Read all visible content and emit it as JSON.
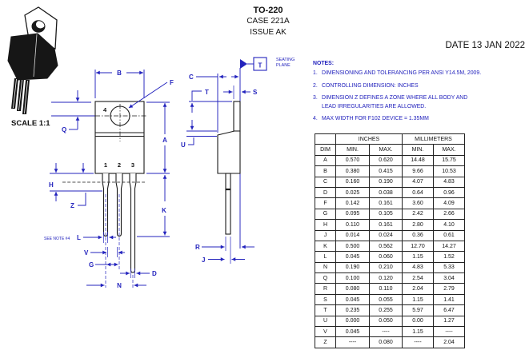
{
  "header": {
    "title": "TO-220",
    "case": "CASE 221A",
    "issue": "ISSUE AK",
    "date": "DATE 13 JAN 2022"
  },
  "notes": {
    "title": "NOTES:",
    "items": [
      {
        "num": "1.",
        "text": "DIMENSIONING AND TOLERANCING PER ANSI Y14.5M, 2009."
      },
      {
        "num": "2.",
        "text": "CONTROLLING DIMENSION: INCHES"
      },
      {
        "num": "3.",
        "text": "DIMENSION Z DEFINES A ZONE WHERE ALL BODY AND\nLEAD IRREGULARITIES ARE ALLOWED."
      },
      {
        "num": "4.",
        "text": "MAX WIDTH FOR F102 DEVICE = 1.35MM"
      }
    ]
  },
  "table": {
    "col_dim": "DIM",
    "group_headers": [
      "INCHES",
      "MILLIMETERS"
    ],
    "sub_headers": [
      "MIN.",
      "MAX.",
      "MIN.",
      "MAX."
    ],
    "rows": [
      [
        "A",
        "0.570",
        "0.620",
        "14.48",
        "15.75"
      ],
      [
        "B",
        "0.380",
        "0.415",
        "9.66",
        "10.53"
      ],
      [
        "C",
        "0.160",
        "0.190",
        "4.07",
        "4.83"
      ],
      [
        "D",
        "0.025",
        "0.038",
        "0.64",
        "0.96"
      ],
      [
        "F",
        "0.142",
        "0.161",
        "3.60",
        "4.09"
      ],
      [
        "G",
        "0.095",
        "0.105",
        "2.42",
        "2.66"
      ],
      [
        "H",
        "0.110",
        "0.161",
        "2.80",
        "4.10"
      ],
      [
        "J",
        "0.014",
        "0.024",
        "0.36",
        "0.61"
      ],
      [
        "K",
        "0.500",
        "0.562",
        "12.70",
        "14.27"
      ],
      [
        "L",
        "0.045",
        "0.060",
        "1.15",
        "1.52"
      ],
      [
        "N",
        "0.190",
        "0.210",
        "4.83",
        "5.33"
      ],
      [
        "Q",
        "0.100",
        "0.120",
        "2.54",
        "3.04"
      ],
      [
        "R",
        "0.080",
        "0.110",
        "2.04",
        "2.79"
      ],
      [
        "S",
        "0.045",
        "0.055",
        "1.15",
        "1.41"
      ],
      [
        "T",
        "0.235",
        "0.255",
        "5.97",
        "6.47"
      ],
      [
        "U",
        "0.000",
        "0.050",
        "0.00",
        "1.27"
      ],
      [
        "V",
        "0.045",
        "----",
        "1.15",
        "----"
      ],
      [
        "Z",
        "----",
        "0.080",
        "----",
        "2.04"
      ]
    ]
  },
  "drawing": {
    "scale_label": "SCALE 1:1",
    "see_note": "SEE NOTE #4",
    "note_ref": "4",
    "pins": [
      "1",
      "2",
      "3"
    ],
    "datum": "T",
    "seating_plane_1": "SEATING",
    "seating_plane_2": "PLANE",
    "dims": {
      "A": "A",
      "B": "B",
      "C": "C",
      "D": "D",
      "F": "F",
      "G": "G",
      "H": "H",
      "J": "J",
      "K": "K",
      "L": "L",
      "N": "N",
      "Q": "Q",
      "R": "R",
      "S": "S",
      "T": "T",
      "U": "U",
      "V": "V",
      "Z": "Z"
    }
  },
  "colors": {
    "dimension_blue": "#2323bd",
    "drawing_black": "#1a1a1a"
  }
}
